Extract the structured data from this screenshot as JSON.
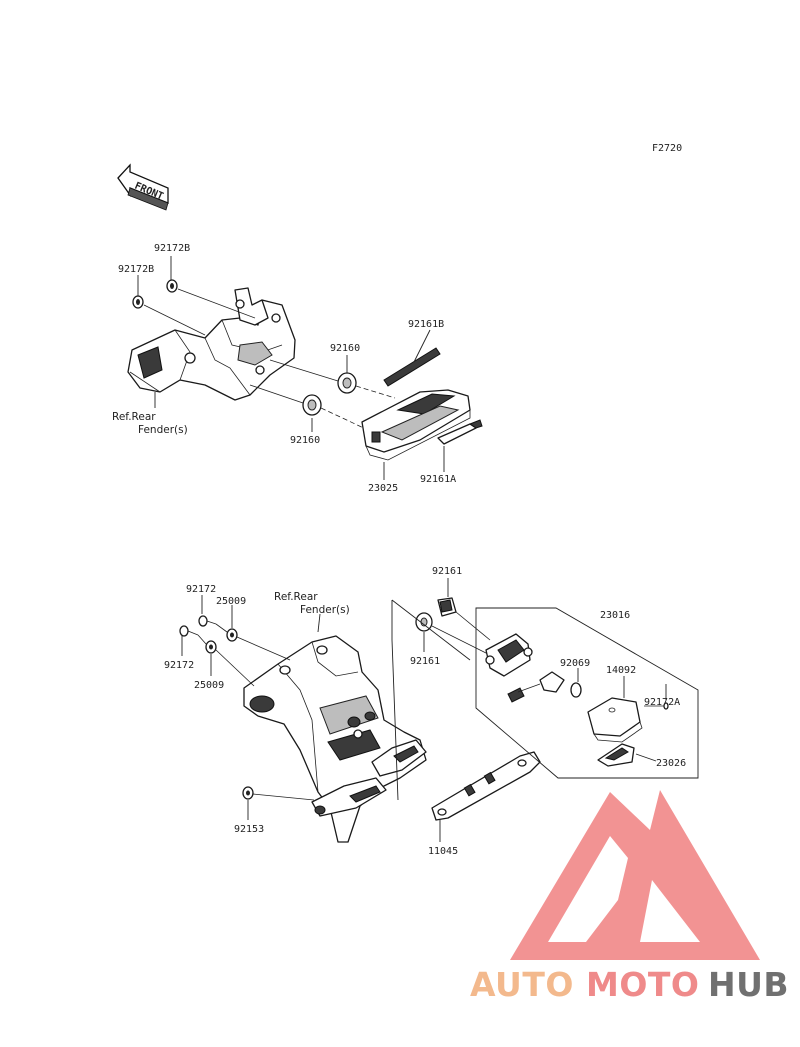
{
  "diagram": {
    "figure_code": "F2720",
    "front_label": "FRONT",
    "upper": {
      "labels": {
        "bolt_a": "92172B",
        "bolt_b": "92172B",
        "grommet_upper": "92160",
        "grommet_lower": "92160",
        "pad": "92161B",
        "lamp": "23025",
        "clip": "92161A"
      },
      "ref_line1": "Ref.Rear",
      "ref_line2": "Fender(s)"
    },
    "lower": {
      "labels": {
        "bolt_top": "92172",
        "washer_top": "25009",
        "bolt_bottom": "92172",
        "washer_bottom": "25009",
        "bolt_plate": "92153",
        "bracket": "11045",
        "damper_top": "92161",
        "damper_bottom": "92161",
        "assembly": "23016",
        "socket": "92069",
        "lens": "14092",
        "screw": "92172A",
        "reflector": "23026"
      },
      "ref_line1": "Ref.Rear",
      "ref_line2": "Fender(s)"
    }
  },
  "watermark": {
    "part1": "AUTO",
    "part2": "MOTO",
    "part3": "HUB",
    "color1": "#f3b98d",
    "color2": "#ef8a8a",
    "color3": "#707070",
    "triangle_color": "#f08080"
  }
}
